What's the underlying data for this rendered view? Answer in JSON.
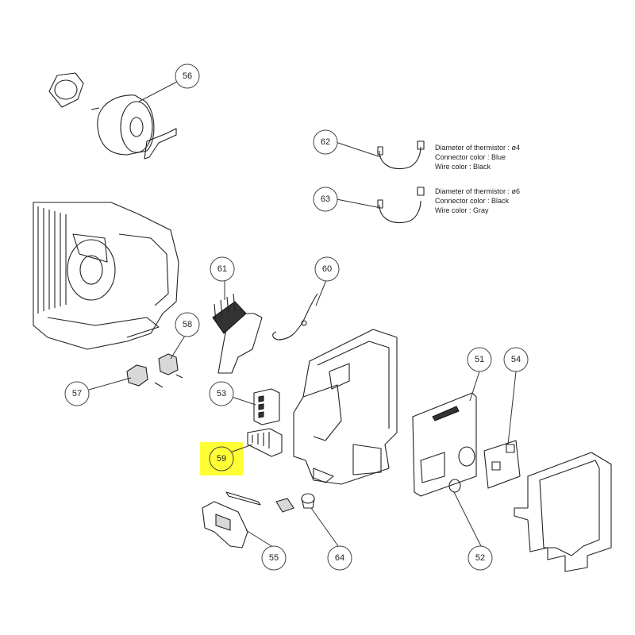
{
  "callouts": {
    "c56": "56",
    "c62": "62",
    "c63": "63",
    "c61": "61",
    "c60": "60",
    "c58": "58",
    "c57": "57",
    "c53": "53",
    "c59": "59",
    "c51": "51",
    "c54": "54",
    "c55": "55",
    "c64": "64",
    "c52": "52"
  },
  "highlight": {
    "part": "59",
    "color": "#ffff33"
  },
  "thermistor_62": {
    "line1": "Diameter of thermistor : ø4",
    "line2": "Connector color : Blue",
    "line3": "Wire color : Black"
  },
  "thermistor_63": {
    "line1": "Diameter of thermistor : ø6",
    "line2": "Connector color : Black",
    "line3": "Wire color : Gray"
  }
}
